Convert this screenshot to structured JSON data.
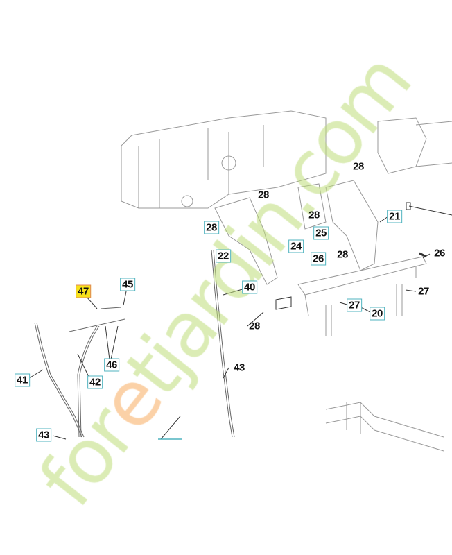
{
  "watermark": "foretjardin.com",
  "highlight_color": "#f7e21a",
  "callout_box_color": "#4fb3bf",
  "labels": [
    {
      "id": "28",
      "style": "plain"
    },
    {
      "id": "28",
      "style": "plain"
    },
    {
      "id": "28",
      "style": "plain"
    },
    {
      "id": "28",
      "style": "boxed"
    },
    {
      "id": "21",
      "style": "boxed"
    },
    {
      "id": "25",
      "style": "boxed"
    },
    {
      "id": "24",
      "style": "boxed"
    },
    {
      "id": "26",
      "style": "boxed"
    },
    {
      "id": "28",
      "style": "plain"
    },
    {
      "id": "26",
      "style": "plain"
    },
    {
      "id": "22",
      "style": "boxed"
    },
    {
      "id": "40",
      "style": "boxed"
    },
    {
      "id": "27",
      "style": "plain"
    },
    {
      "id": "27",
      "style": "boxed"
    },
    {
      "id": "20",
      "style": "boxed"
    },
    {
      "id": "28",
      "style": "plain"
    },
    {
      "id": "47",
      "style": "highlighted"
    },
    {
      "id": "45",
      "style": "boxed"
    },
    {
      "id": "46",
      "style": "boxed"
    },
    {
      "id": "42",
      "style": "boxed"
    },
    {
      "id": "41",
      "style": "boxed"
    },
    {
      "id": "43",
      "style": "plain"
    },
    {
      "id": "43",
      "style": "boxed"
    }
  ]
}
